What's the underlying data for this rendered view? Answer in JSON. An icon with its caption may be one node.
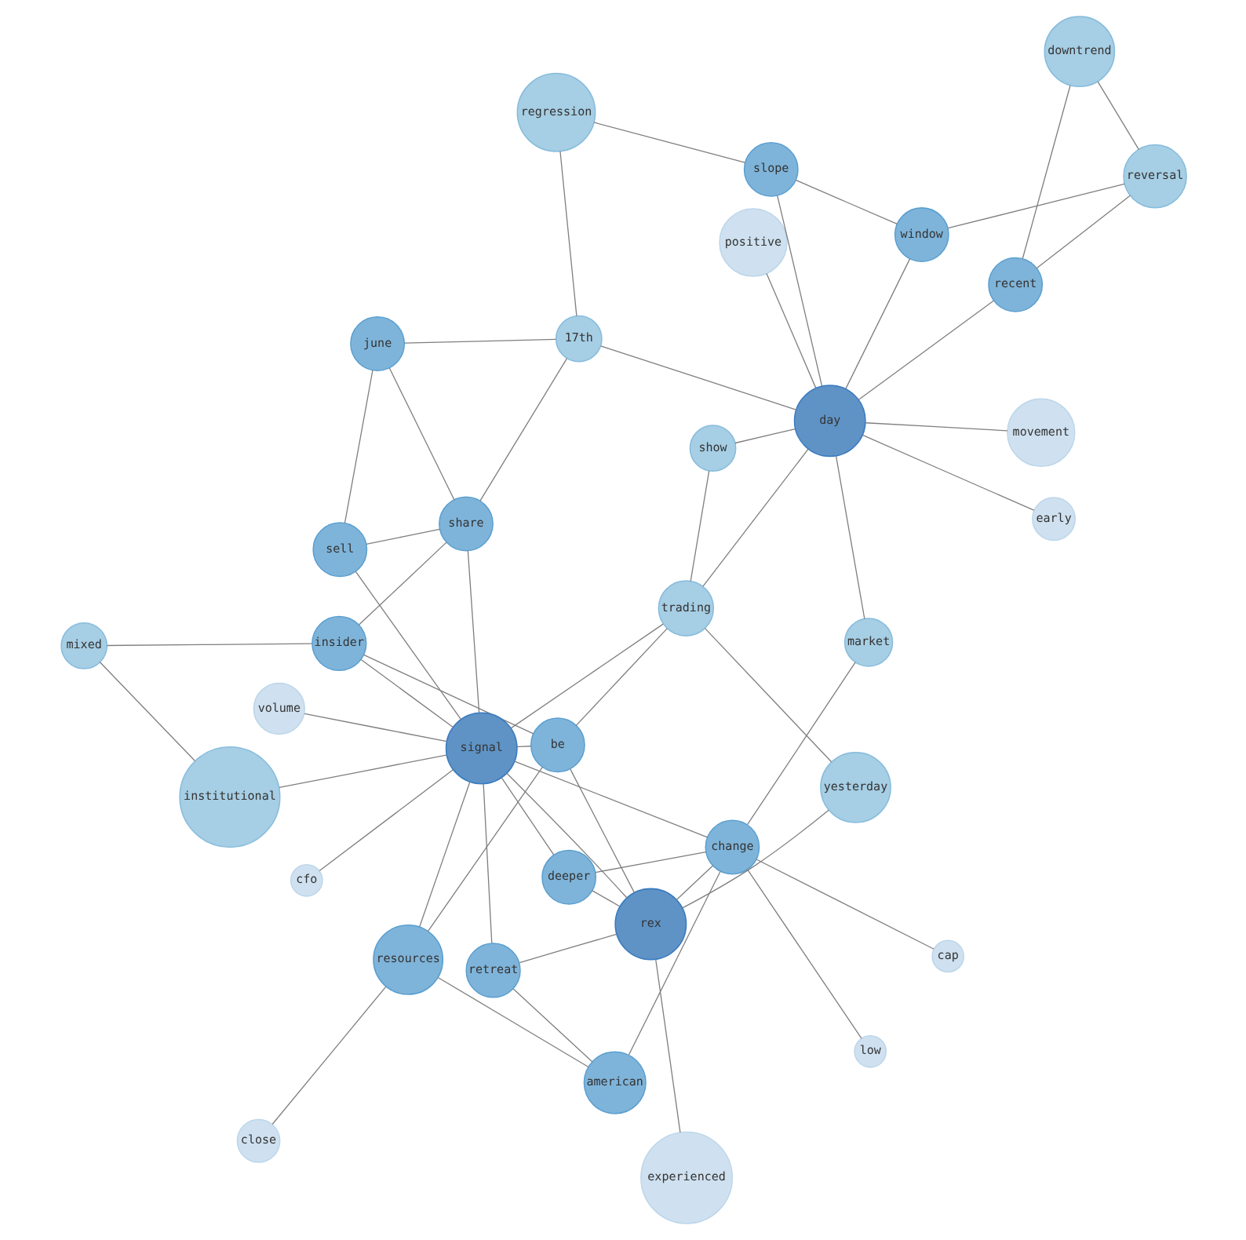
{
  "diagram": {
    "nodes": [
      {
        "text": [
          "low"
        ]
      },
      {
        "text": [
          "cap"
        ]
      },
      {
        "text": [
          "mixed"
        ]
      },
      {
        "text": [
          "positive"
        ]
      },
      {
        "text": [
          "movement"
        ]
      },
      {
        "text": [
          "be"
        ]
      },
      {
        "text": [
          "institutional"
        ]
      },
      {
        "text": [
          "market"
        ]
      },
      {
        "text": [
          "early"
        ]
      },
      {
        "text": [
          "close"
        ]
      },
      {
        "text": [
          "retreat"
        ]
      },
      {
        "text": [
          "rex"
        ]
      },
      {
        "text": [
          "experienced"
        ]
      },
      {
        "text": [
          "insider"
        ]
      },
      {
        "text": [
          "deeper"
        ]
      },
      {
        "text": [
          "resources"
        ]
      },
      {
        "text": [
          "change"
        ]
      },
      {
        "text": [
          "american"
        ]
      },
      {
        "text": [
          "cfo"
        ]
      },
      {
        "text": [
          "day"
        ]
      },
      {
        "text": [
          "17th"
        ]
      },
      {
        "text": [
          "signal"
        ]
      },
      {
        "text": [
          "june"
        ]
      },
      {
        "text": [
          "trading"
        ]
      },
      {
        "text": [
          "regression"
        ]
      },
      {
        "text": [
          "yesterday"
        ]
      },
      {
        "text": [
          "share"
        ]
      },
      {
        "text": [
          "show"
        ]
      },
      {
        "text": [
          "recent"
        ]
      },
      {
        "text": [
          "reversal"
        ]
      },
      {
        "text": [
          "volume"
        ]
      },
      {
        "text": [
          "downtrend"
        ]
      },
      {
        "text": [
          "sell"
        ]
      },
      {
        "text": [
          "window"
        ]
      },
      {
        "text": [
          "slope"
        ]
      }
    ],
    "edges": [
      {
        "from": 0,
        "to": 16,
        "arrow": "none"
      },
      {
        "from": 1,
        "to": 16,
        "arrow": "none"
      },
      {
        "from": 2,
        "to": 6,
        "arrow": "none"
      },
      {
        "from": 2,
        "to": 13,
        "arrow": "none"
      },
      {
        "from": 3,
        "to": 19,
        "arrow": "none"
      },
      {
        "from": 4,
        "to": 19,
        "arrow": "none"
      },
      {
        "from": 5,
        "to": 11,
        "arrow": "none"
      },
      {
        "from": 5,
        "to": 15,
        "arrow": "none"
      },
      {
        "from": 5,
        "to": 13,
        "arrow": "none"
      },
      {
        "from": 5,
        "to": 21,
        "arrow": "none"
      },
      {
        "from": 5,
        "to": 23,
        "arrow": "none"
      },
      {
        "from": 6,
        "to": 21,
        "arrow": "none"
      },
      {
        "from": 7,
        "to": 19,
        "arrow": "none"
      },
      {
        "from": 7,
        "to": 16,
        "arrow": "none"
      },
      {
        "from": 8,
        "to": 19,
        "arrow": "none"
      },
      {
        "from": 9,
        "to": 15,
        "arrow": "none"
      },
      {
        "from": 10,
        "to": 11,
        "arrow": "none"
      },
      {
        "from": 10,
        "to": 17,
        "arrow": "none"
      },
      {
        "from": 10,
        "to": 21,
        "arrow": "none"
      },
      {
        "from": 11,
        "to": 12,
        "arrow": "none"
      },
      {
        "from": 11,
        "to": 14,
        "arrow": "none"
      },
      {
        "from": 11,
        "to": 16,
        "arrow": "none"
      },
      {
        "from": 11,
        "to": 21,
        "arrow": "none"
      },
      {
        "from": 11,
        "to": 25,
        "arrow": "none"
      },
      {
        "from": 13,
        "to": 21,
        "arrow": "none"
      },
      {
        "from": 13,
        "to": 26,
        "arrow": "none"
      },
      {
        "from": 14,
        "to": 16,
        "arrow": "none"
      },
      {
        "from": 14,
        "to": 21,
        "arrow": "none"
      },
      {
        "from": 15,
        "to": 17,
        "arrow": "none"
      },
      {
        "from": 16,
        "to": 17,
        "arrow": "none"
      },
      {
        "from": 16,
        "to": 21,
        "arrow": "none"
      },
      {
        "from": 15,
        "to": 21,
        "arrow": "none"
      },
      {
        "from": 18,
        "to": 21,
        "arrow": "none"
      },
      {
        "from": 19,
        "to": 20,
        "arrow": "none"
      },
      {
        "from": 19,
        "to": 23,
        "arrow": "none"
      },
      {
        "from": 19,
        "to": 28,
        "arrow": "none"
      },
      {
        "from": 19,
        "to": 27,
        "arrow": "none"
      },
      {
        "from": 19,
        "to": 34,
        "arrow": "none"
      },
      {
        "from": 19,
        "to": 33,
        "arrow": "none"
      },
      {
        "from": 20,
        "to": 24,
        "arrow": "none"
      },
      {
        "from": 20,
        "to": 22,
        "arrow": "none"
      },
      {
        "from": 20,
        "to": 26,
        "arrow": "none"
      },
      {
        "from": 21,
        "to": 23,
        "arrow": "none"
      },
      {
        "from": 21,
        "to": 26,
        "arrow": "none"
      },
      {
        "from": 21,
        "to": 32,
        "arrow": "none"
      },
      {
        "from": 21,
        "to": 30,
        "arrow": "none"
      },
      {
        "from": 22,
        "to": 26,
        "arrow": "none"
      },
      {
        "from": 22,
        "to": 32,
        "arrow": "none"
      },
      {
        "from": 23,
        "to": 25,
        "arrow": "none"
      },
      {
        "from": 24,
        "to": 34,
        "arrow": "none"
      },
      {
        "from": 27,
        "to": 23,
        "arrow": "none"
      },
      {
        "from": 28,
        "to": 31,
        "arrow": "none"
      },
      {
        "from": 31,
        "to": 29,
        "arrow": "none"
      },
      {
        "from": 28,
        "to": 29,
        "arrow": "none"
      },
      {
        "from": 29,
        "to": 33,
        "arrow": "none"
      },
      {
        "from": 34,
        "to": 33,
        "arrow": "none"
      },
      {
        "from": 26,
        "to": 32,
        "arrow": "none"
      }
    ]
  }
}
